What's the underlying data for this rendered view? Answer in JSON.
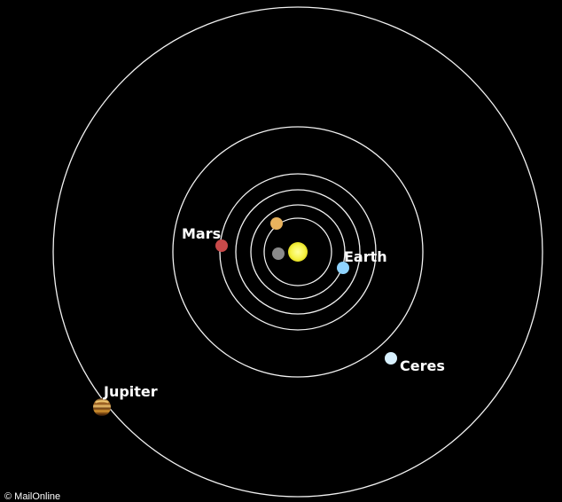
{
  "diagram": {
    "background_color": "#000000",
    "orbit_color": "#ffffff",
    "sun_color": "#f6f34a",
    "labels": {
      "mars": "Mars",
      "earth": "Earth",
      "ceres": "Ceres",
      "jupiter": "Jupiter"
    },
    "planet_colors": {
      "mercury": "#8a8a8a",
      "venus": "#e9b35e",
      "earth": "#8fd3ff",
      "mars": "#c84a4a",
      "ceres": "#d8f1ff",
      "jupiter": "#c47a1f"
    }
  },
  "credit": {
    "text": "© MailOnline"
  }
}
